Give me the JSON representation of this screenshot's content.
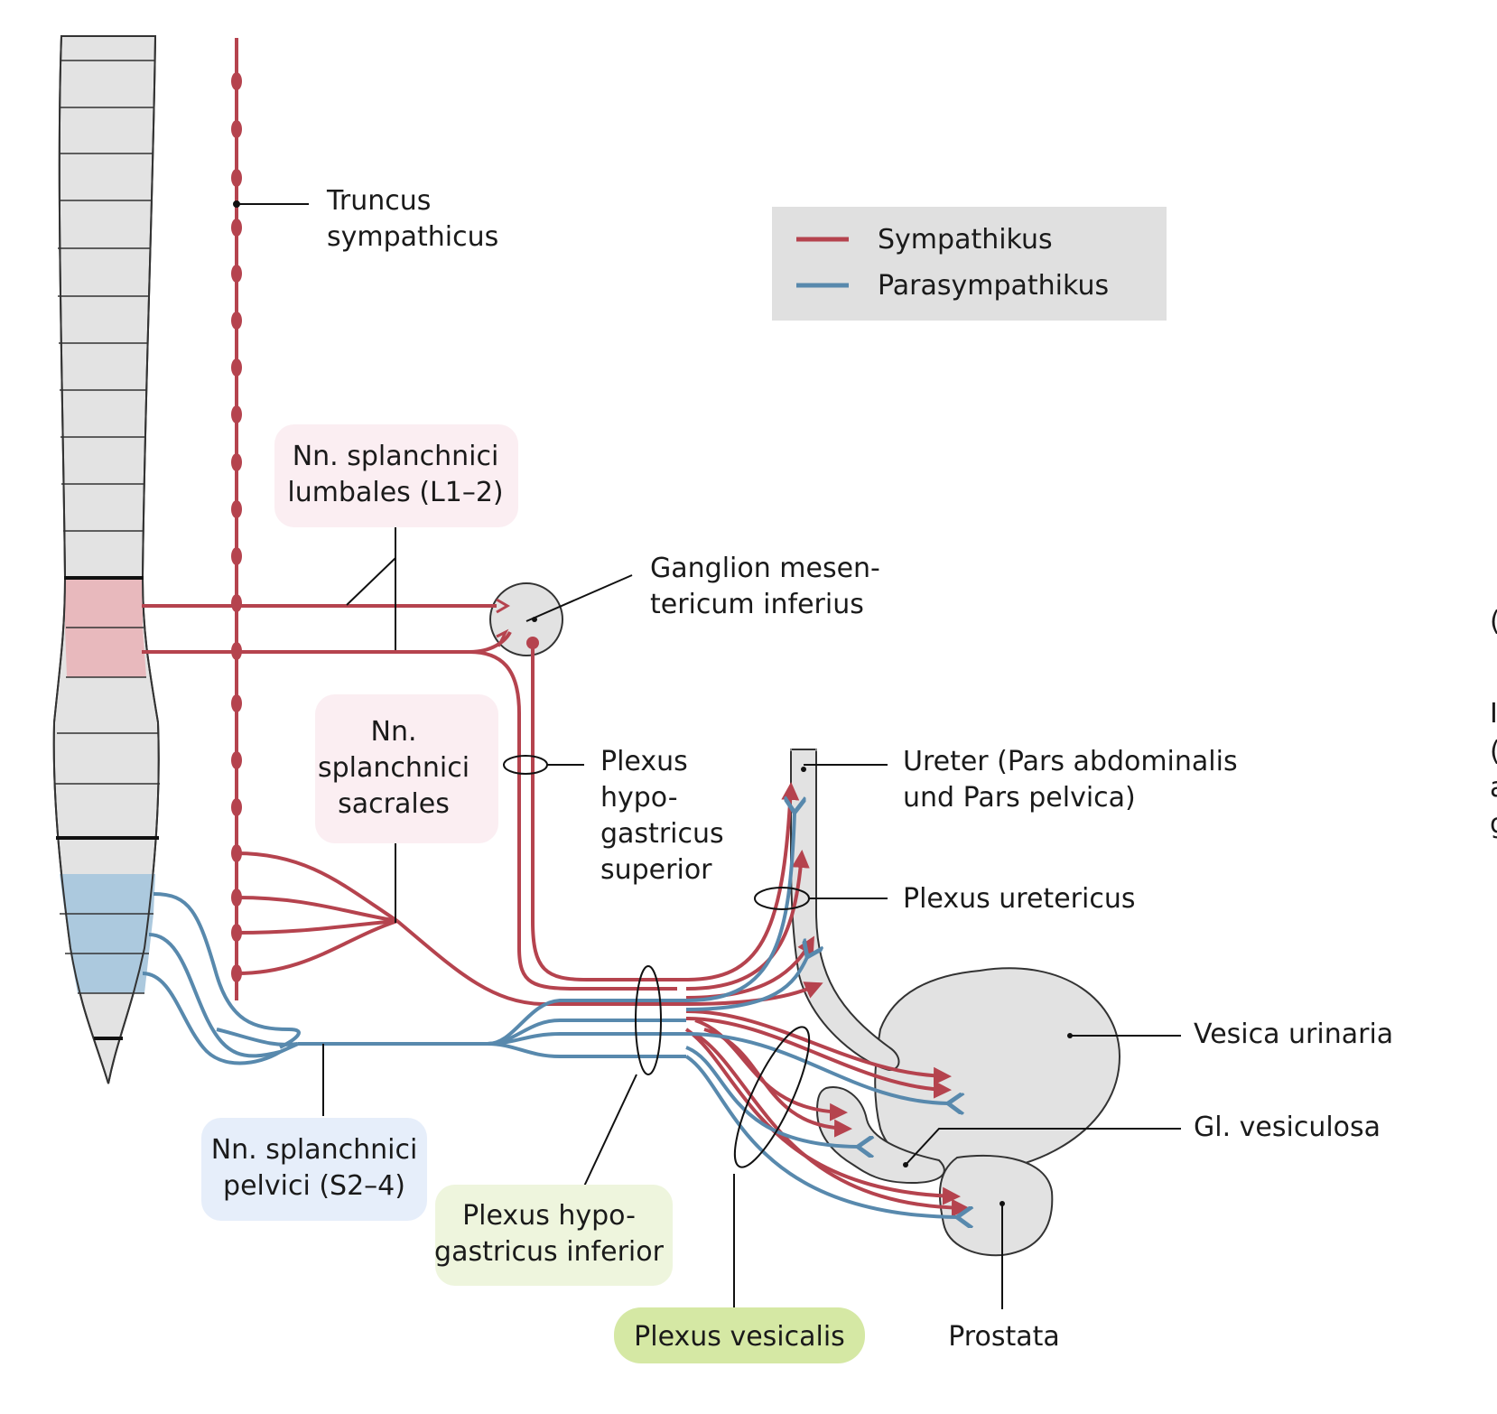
{
  "colors": {
    "sympathetic": "#b5434e",
    "parasympathetic": "#5889ad",
    "organ_fill": "#e2e2e2",
    "organ_stroke": "#333333",
    "spine_segment": "#e3e3e3",
    "spine_lumbar_highlight": "#e8b9bd",
    "spine_sacral_highlight": "#acc9de",
    "pink_box": "#fbeef2",
    "blue_box": "#e6eefa",
    "green_box_light": "#eef5dd",
    "green_box": "#d5e8a4",
    "legend_bg": "#e0e0e0"
  },
  "legend": {
    "sympathetic": "Sympathikus",
    "parasympathetic": "Parasympathikus"
  },
  "labels": {
    "truncus": [
      "Truncus",
      "sympathicus"
    ],
    "ganglion": [
      "Ganglion mesen-",
      "tericum inferius"
    ],
    "splanchnici_lumbales": [
      "Nn. splanchnici",
      "lumbales (L1–2)"
    ],
    "splanchnici_sacrales": [
      "Nn.",
      "splanchnici",
      "sacrales"
    ],
    "plexus_hypogastricus_superior": [
      "Plexus",
      "hypo-",
      "gastricus",
      "superior"
    ],
    "ureter": [
      "Ureter (Pars abdominalis",
      "und Pars pelvica)"
    ],
    "plexus_uretericus": [
      "Plexus uretericus"
    ],
    "vesica_urinaria": [
      "Vesica urinaria"
    ],
    "gl_vesiculosa": [
      "Gl. vesiculosa"
    ],
    "prostata": [
      "Prostata"
    ],
    "splanchnici_pelvici": [
      "Nn. splanchnici",
      "pelvici (S2–4)"
    ],
    "plexus_hypogastricus_inferior": [
      "Plexus hypo-",
      "gastricus inferior"
    ],
    "plexus_vesicalis": [
      "Plexus vesicalis"
    ]
  },
  "cut_off_text": [
    "(",
    "I",
    "(",
    "a",
    "g"
  ]
}
